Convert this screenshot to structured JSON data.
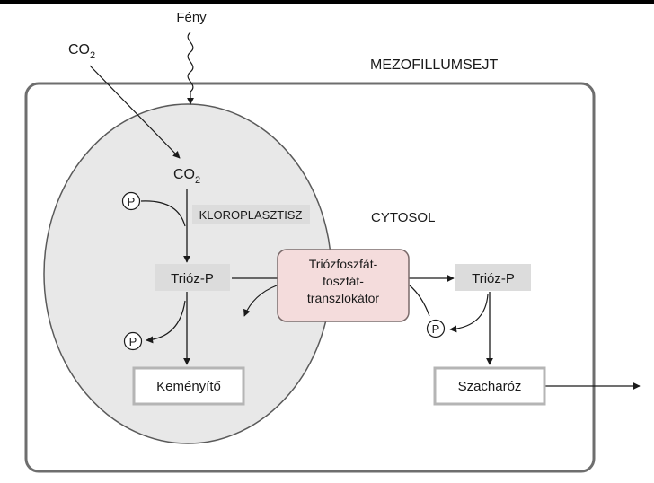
{
  "labels": {
    "light": "Fény",
    "co2_outside": "CO",
    "co2_outside_sub": "2",
    "co2_inside": "CO",
    "co2_inside_sub": "2",
    "cell": "MEZOFILLUMSEJT",
    "chloroplast": "KLOROPLASZTISZ",
    "cytosol": "CYTOSOL",
    "triose_p_chloroplast": "Trióz-P",
    "triose_p_cytosol": "Trióz-P",
    "starch": "Keményítő",
    "sucrose": "Szacharóz",
    "translocator_line1": "Triózfoszfát-",
    "translocator_line2": "foszfát-",
    "translocator_line3": "transzlokátor",
    "phosphate": "P"
  },
  "colors": {
    "cell_border": "#6e6e6e",
    "chloroplast_fill": "#e8e8e8",
    "chloroplast_stroke": "#5a5a5a",
    "label_box": "#dcdcdc",
    "translocator_fill": "#f4dcdc",
    "translocator_stroke": "#7a6a6a",
    "product_box_border": "#b5b5b5",
    "arrow": "#1a1a1a"
  }
}
